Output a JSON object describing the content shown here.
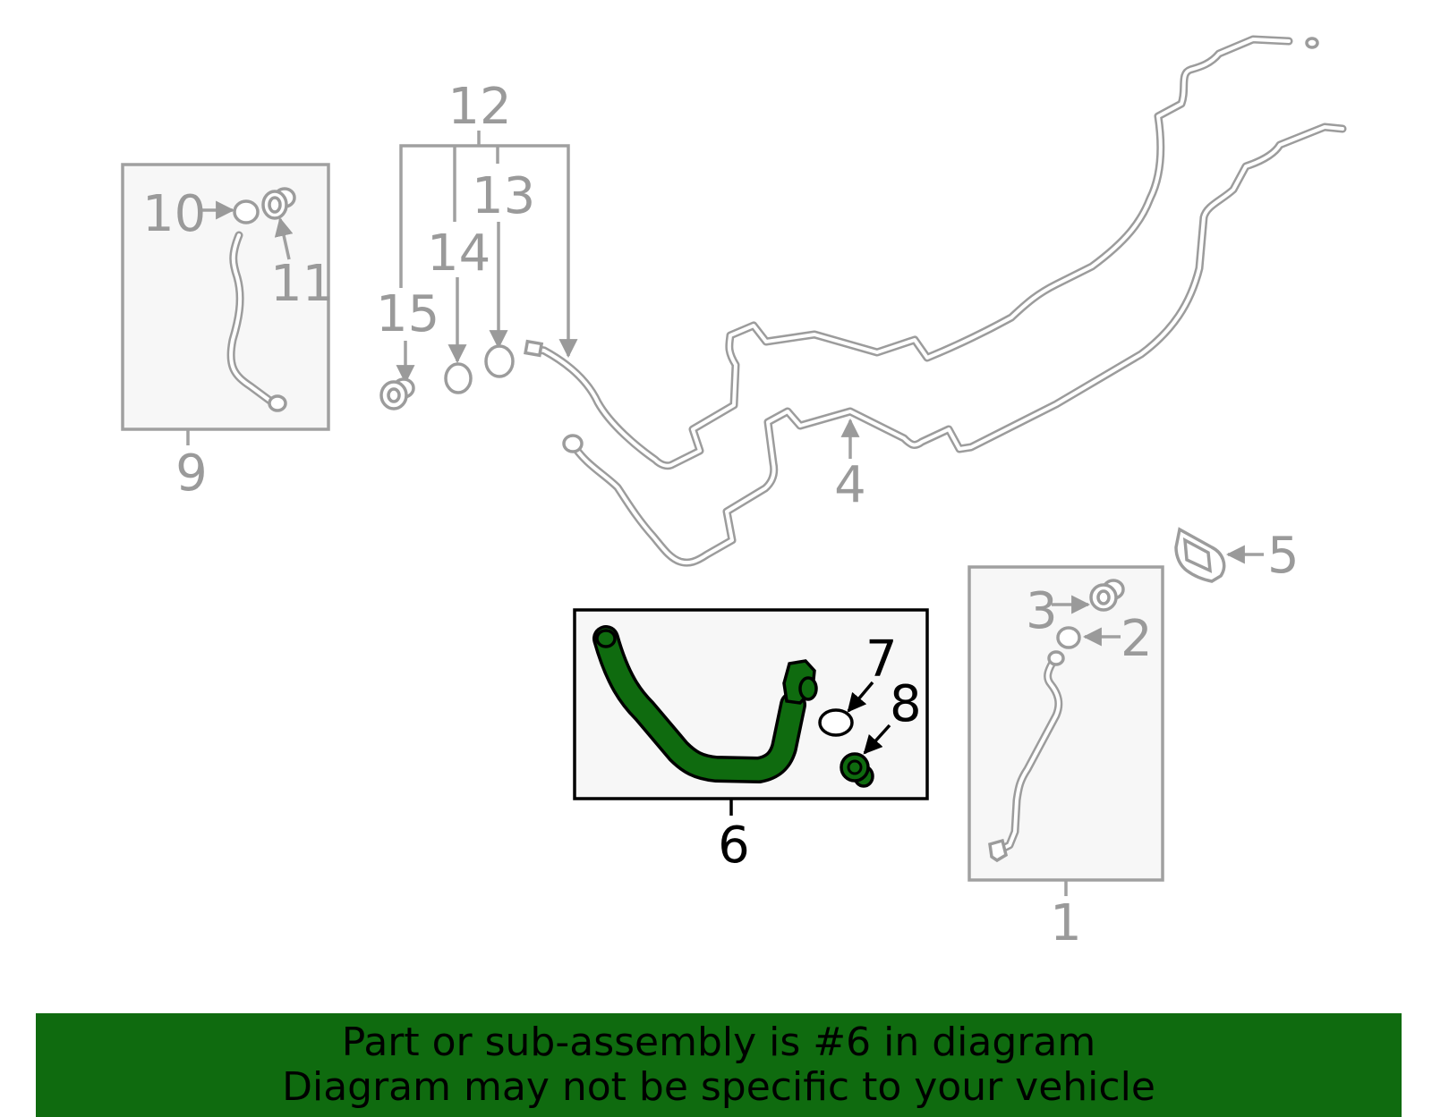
{
  "callouts": {
    "c1": "1",
    "c2": "2",
    "c3": "3",
    "c4": "4",
    "c5": "5",
    "c6": "6",
    "c7": "7",
    "c8": "8",
    "c9": "9",
    "c10": "10",
    "c11": "11",
    "c12": "12",
    "c13": "13",
    "c14": "14",
    "c15": "15"
  },
  "highlighted_part": "6",
  "colors": {
    "highlight": "#0f6b0f",
    "part_outline": "#9c9c9c",
    "banner": "#0f6b0f"
  },
  "banner": {
    "line1": "Part or sub-assembly is #6 in diagram",
    "line2": "Diagram may not be specific to your vehicle"
  }
}
